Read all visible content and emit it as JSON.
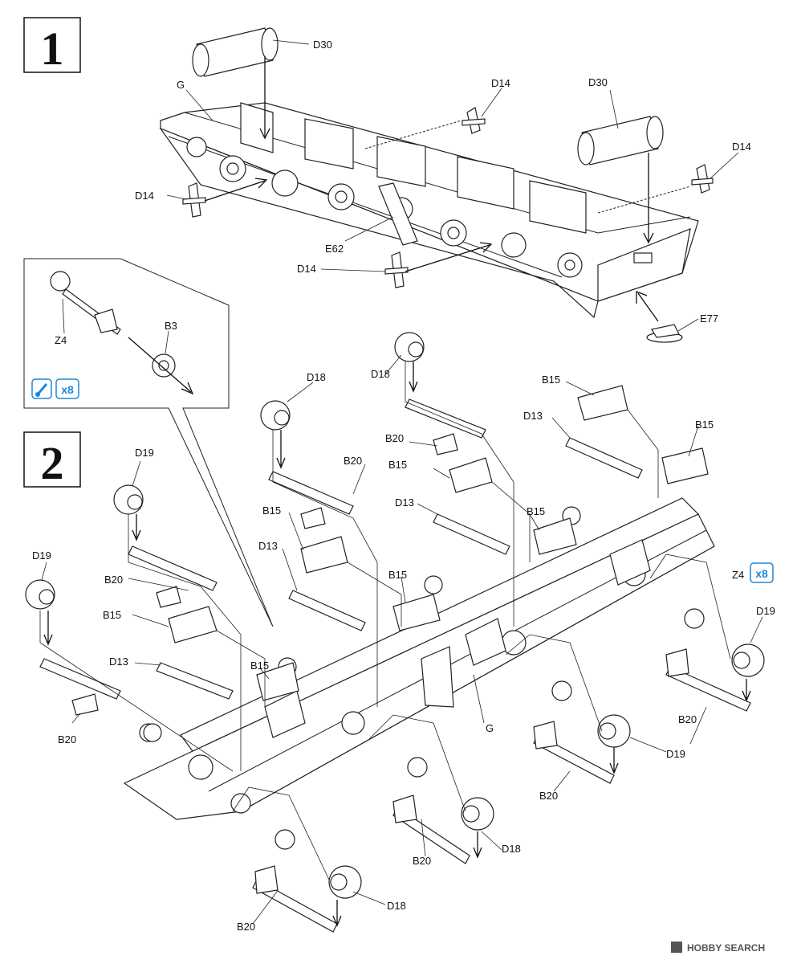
{
  "steps": {
    "step1": "1",
    "step2": "2"
  },
  "step1_labels": {
    "d30_top": "D30",
    "d30_right": "D30",
    "g": "G",
    "d14_top": "D14",
    "d14_right": "D14",
    "d14_left": "D14",
    "d14_bottom": "D14",
    "e62": "E62",
    "e77": "E77"
  },
  "inset": {
    "z4": "Z4",
    "b3": "B3",
    "multiplier": "x8",
    "paint_icon": "brush-icon"
  },
  "step2_labels": {
    "d18_a": "D18",
    "d18_b": "D18",
    "d18_c": "D18",
    "d18_d": "D18",
    "d19_a": "D19",
    "d19_b": "D19",
    "d19_c": "D19",
    "d19_d": "D19",
    "b20_a": "B20",
    "b20_b": "B20",
    "b20_c": "B20",
    "b20_d": "B20",
    "b20_e": "B20",
    "b20_f": "B20",
    "b20_g": "B20",
    "b20_h": "B20",
    "b15_a": "B15",
    "b15_b": "B15",
    "b15_c": "B15",
    "b15_d": "B15",
    "b15_e": "B15",
    "b15_f": "B15",
    "b15_g": "B15",
    "d13_a": "D13",
    "d13_b": "D13",
    "d13_c": "D13",
    "d13_d": "D13",
    "g": "G",
    "z4": "Z4",
    "multiplier": "x8"
  },
  "watermark": "HOBBY SEARCH",
  "colors": {
    "line": "#222222",
    "accent_blue": "#1e88d8",
    "background": "#ffffff"
  }
}
